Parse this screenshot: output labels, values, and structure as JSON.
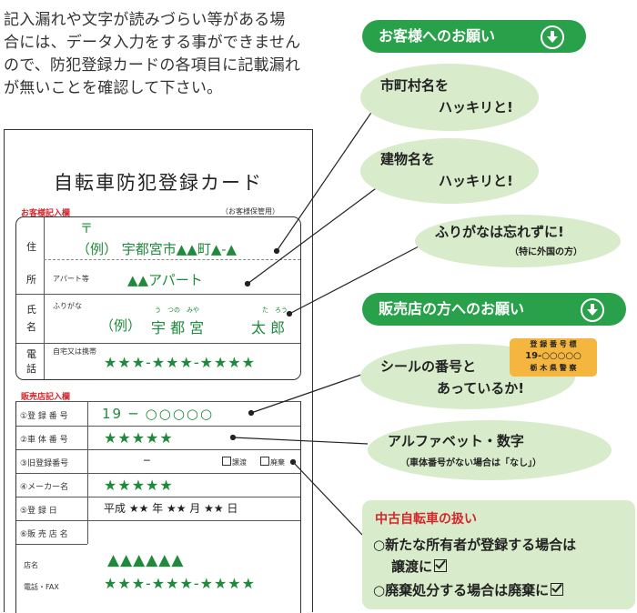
{
  "intro": {
    "lines": [
      "記入漏れや文字が読みづらい等がある場",
      "合には、データ入力をする事ができません",
      "ので、防犯登録カードの各項目に記載漏れ",
      "が無いことを確認して下さい。"
    ]
  },
  "card": {
    "title": "自転車防犯登録カード",
    "customer_section": {
      "label": "お客様記入欄",
      "copy_note": "（お客様保管用）",
      "address_label_1": "住",
      "address_label_2": "所",
      "postal_mark": "〒",
      "address_value": "（例） 宇都宮市▲▲町▲-▲",
      "apartment_label": "アパート等",
      "apartment_value": "▲▲アパート",
      "name_label_1": "氏",
      "name_label_2": "名",
      "furigana_label": "ふりがな",
      "name_prefix": "（例）",
      "name_value_1": "宇 都 宮",
      "name_value_2": "太 郎",
      "name_ruby_1": "う　つの　みや",
      "name_ruby_2": "た　ろう",
      "phone_label_1": "電",
      "phone_label_2": "話",
      "phone_note": "自宅又は携帯",
      "phone_value": "★★★-★★★-★★★★"
    },
    "shop_section": {
      "label": "販売店記入欄",
      "rows": [
        {
          "label": "①登 録 番 号",
          "value": "19 ─ ○○○○○"
        },
        {
          "label": "②車 体 番 号",
          "value": "★★★★★"
        },
        {
          "label": "③旧登録番号",
          "value": "─",
          "option_1": "譲渡",
          "option_2": "廃棄"
        },
        {
          "label": "④メーカー名",
          "value": "★★★★★"
        },
        {
          "label": "⑤登 録 日",
          "value": "平成 ★★ 年 ★★ 月 ★★ 日"
        },
        {
          "label": "⑥販 売 店 名",
          "value": ""
        }
      ],
      "shop_name_label": "店名",
      "shop_name_value": "▲▲▲▲▲▲",
      "shop_phone_label": "電話・FAX",
      "shop_phone_value": "★★★-★★★-★★★★"
    }
  },
  "customer_header": "お客様へのお願い",
  "shop_header": "販売店の方へのお願い",
  "bubbles": {
    "city": [
      "市町村名を",
      "ハッキリと!"
    ],
    "building": [
      "建物名を",
      "ハッキリと!"
    ],
    "furigana": [
      "ふりがなは忘れずに!",
      "（特に外国の方）"
    ],
    "sticker_match": [
      "シールの番号と",
      "あっているか!"
    ],
    "alphanumeric": [
      "アルファベット・数字",
      "（車体番号がない場合は「なし」）"
    ]
  },
  "sticker": [
    "登 録 番 号 標",
    "19-○○○○○",
    "栃 木 県 警 察"
  ],
  "used_bicycle": {
    "title": "中古自転車の扱い",
    "line_1": "○新たな所有者が登録する場合は",
    "line_2": "譲渡に",
    "line_3": "○廃棄処分する場合は廃棄に"
  },
  "colors": {
    "header_green": "#29a14a",
    "bubble_green": "#d8eccb",
    "section_red": "#d6262c",
    "sticker_orange": "#f4b63e",
    "ink_green": "#1f8a3b"
  }
}
